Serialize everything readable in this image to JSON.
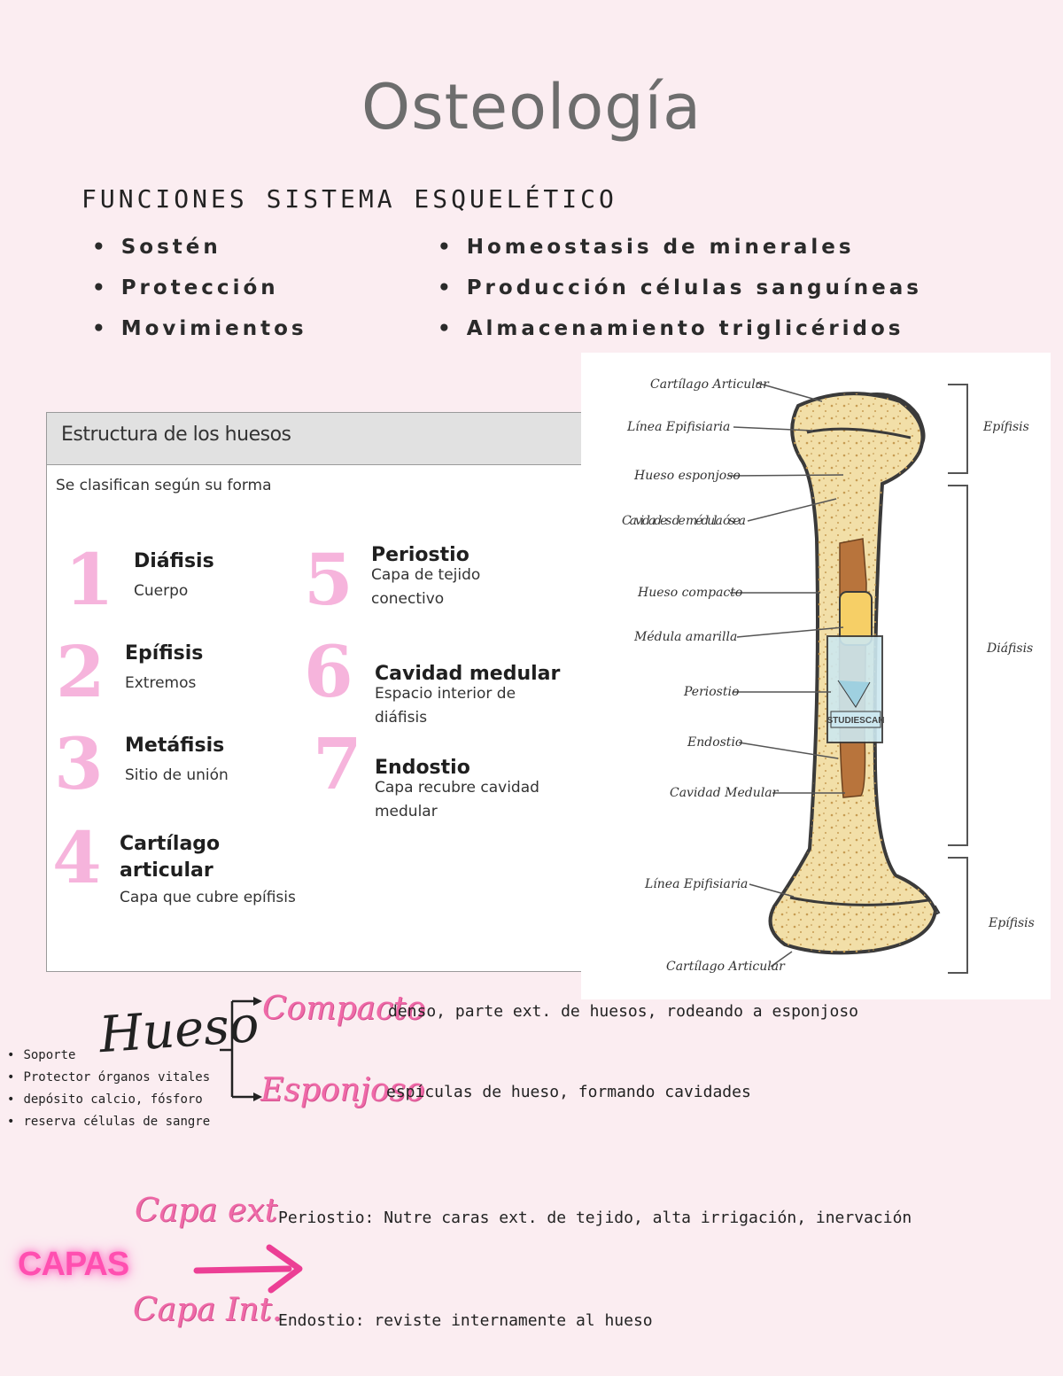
{
  "title": "Osteología",
  "functions": {
    "heading": "FUNCIONES SISTEMA ESQUELÉTICO",
    "left": [
      "Sostén",
      "Protección",
      "Movimientos"
    ],
    "right": [
      "Homeostasis de minerales",
      "Producción células sanguíneas",
      "Almacenamiento triglicéridos"
    ]
  },
  "structure": {
    "title": "Estructura de los huesos",
    "subtitle": "Se clasifican según su forma",
    "parts": [
      {
        "num": "1",
        "name": "Diáfisis",
        "desc": "Cuerpo"
      },
      {
        "num": "2",
        "name": "Epífisis",
        "desc": "Extremos"
      },
      {
        "num": "3",
        "name": "Metáfisis",
        "desc": "Sitio de unión"
      },
      {
        "num": "4",
        "name": "Cartílago articular",
        "desc": "Capa que cubre epífisis"
      },
      {
        "num": "5",
        "name": "Periostio",
        "desc": "Capa de tejido conectivo"
      },
      {
        "num": "6",
        "name": "Cavidad medular",
        "desc": "Espacio interior de diáfisis"
      },
      {
        "num": "7",
        "name": "Endostio",
        "desc": "Capa recubre cavidad medular"
      }
    ]
  },
  "bone_diagram": {
    "labels": [
      "Cartílago Articular",
      "Línea Epifisiaria",
      "Hueso esponjoso",
      "Cavidades de médula ósea",
      "Hueso compacto",
      "Médula amarilla",
      "Periostio",
      "Endostio",
      "Cavidad Medular",
      "Línea Epifisiaria",
      "Cartílago Articular"
    ],
    "region_labels": [
      "Epífisis",
      "Diáfisis",
      "Epífisis"
    ],
    "watermark": "STUDIESCAN",
    "colors": {
      "bone": "#f2dfa8",
      "outline": "#3a3a3a",
      "cartilage": "#bfd8e6",
      "marrow_red": "#b8743c",
      "marrow_yellow": "#f6cf66",
      "periosteum": "#cde8f0"
    }
  },
  "bone_types": {
    "word": "Hueso",
    "notes": [
      "Soporte",
      "Protector órganos vitales",
      "depósito calcio, fósforo",
      "reserva células de sangre"
    ],
    "compacto": {
      "label": "Compacto",
      "desc": "denso, parte ext. de huesos, rodeando a esponjoso"
    },
    "esponjoso": {
      "label": "Esponjoso",
      "desc": "espículas de hueso, formando cavidades"
    }
  },
  "layers": {
    "label": "CAPAS",
    "ext": {
      "label": "Capa ext",
      "desc": "Periostio: Nutre caras ext. de tejido, alta irrigación, inervación"
    },
    "int": {
      "label": "Capa Int.",
      "desc": "Endostio: reviste internamente al hueso"
    }
  },
  "accent_colors": {
    "pink": "#f6b4dc",
    "script_pink": "#ef6aa8",
    "neon_pink": "#ff4fb0",
    "arrow": "#ec3f95"
  }
}
